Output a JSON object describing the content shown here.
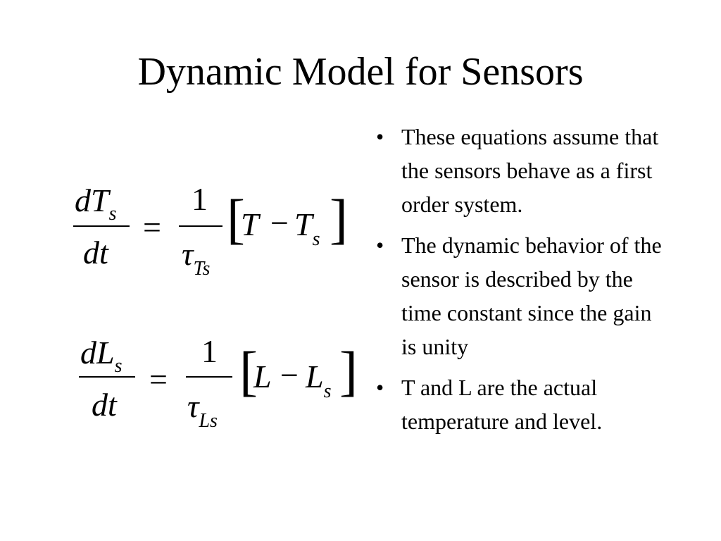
{
  "slide": {
    "title": "Dynamic Model for Sensors"
  },
  "equations": [
    {
      "lhs_num_var": "dT",
      "lhs_num_sub": "s",
      "lhs_den": "dt",
      "equals": "=",
      "rhs_num": "1",
      "rhs_den_var": "τ",
      "rhs_den_sub": "Ts",
      "bracket_open": "[",
      "bracket_a": "T",
      "minus": "−",
      "bracket_b_var": "T",
      "bracket_b_sub": "s",
      "bracket_close": "]"
    },
    {
      "lhs_num_var": "dL",
      "lhs_num_sub": "s",
      "lhs_den": "dt",
      "equals": "=",
      "rhs_num": "1",
      "rhs_den_var": "τ",
      "rhs_den_sub": "Ls",
      "bracket_open": "[",
      "bracket_a": "L",
      "minus": "−",
      "bracket_b_var": "L",
      "bracket_b_sub": "s",
      "bracket_close": "]"
    }
  ],
  "bullets": {
    "marker": "•",
    "items": [
      "These equations assume that the sensors behave as a first order system.",
      "The dynamic behavior of the sensor is described by the time constant since the gain is unity",
      "T and L are the actual temperature and level."
    ]
  }
}
